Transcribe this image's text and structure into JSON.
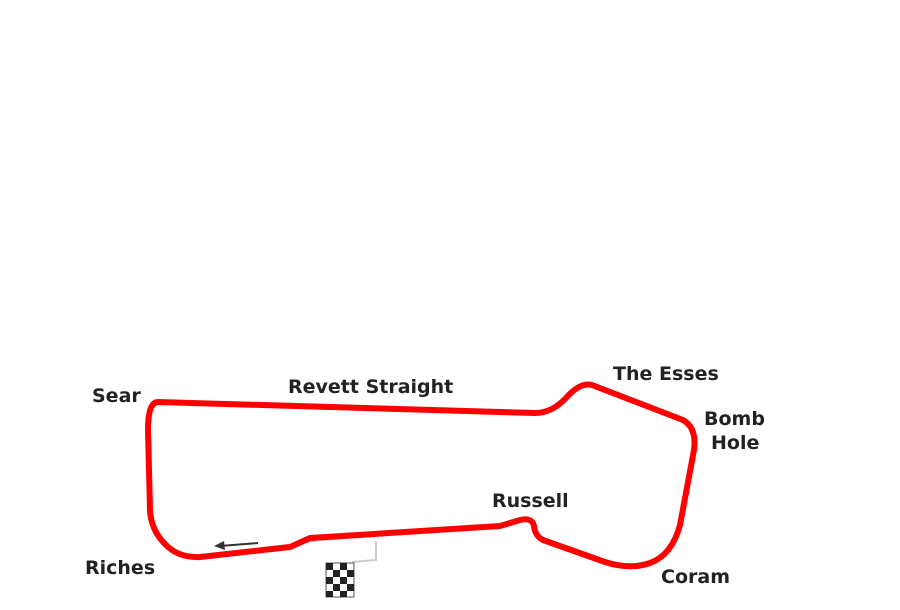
{
  "map": {
    "track_color": "#ff0000",
    "label_color": "#222222",
    "corners": {
      "sear": "Sear",
      "revett_straight": "Revett Straight",
      "the_esses": "The Esses",
      "bomb": "Bomb",
      "hole": "Hole",
      "russell": "Russell",
      "riches": "Riches",
      "coram": "Coram"
    },
    "direction_icon": "arrow-left-icon",
    "start_finish_icon": "checkered-flag-icon"
  }
}
